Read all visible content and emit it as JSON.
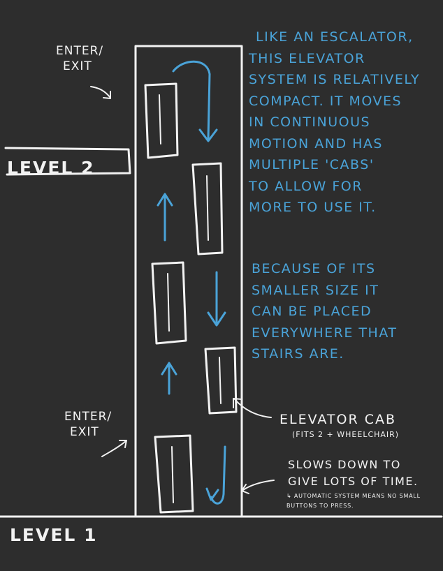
{
  "labels": {
    "level_2": "LEVEL 2",
    "level_1": "LEVEL 1",
    "enter_exit_top": [
      "ENTER/",
      "EXIT"
    ],
    "enter_exit_bottom": [
      "ENTER/",
      "EXIT"
    ],
    "elevator_cab": "ELEVATOR CAB",
    "cab_capacity": "(FITS 2 + WHEELCHAIR)",
    "slows_down": [
      "SLOWS DOWN TO",
      "GIVE LOTS OF TIME."
    ],
    "automatic_note": "↳ AUTOMATIC SYSTEM MEANS NO SMALL BUTTONS TO PRESS."
  },
  "description_paragraph_1": [
    "LIKE AN ESCALATOR,",
    "THIS ELEVATOR",
    "SYSTEM IS RELATIVELY",
    "COMPACT. IT MOVES",
    "IN CONTINUOUS",
    "MOTION AND HAS",
    "MULTIPLE 'CABS'",
    "TO ALLOW FOR",
    "MORE TO USE IT."
  ],
  "description_paragraph_2": [
    "BECAUSE OF ITS",
    "SMALLER SIZE IT",
    "CAN BE PLACED",
    "EVERYWHERE THAT",
    "STAIRS ARE."
  ],
  "colors": {
    "background": "#2d2d2d",
    "ink": "#f2f2f2",
    "annotation_blue": "#4aa3d8"
  }
}
